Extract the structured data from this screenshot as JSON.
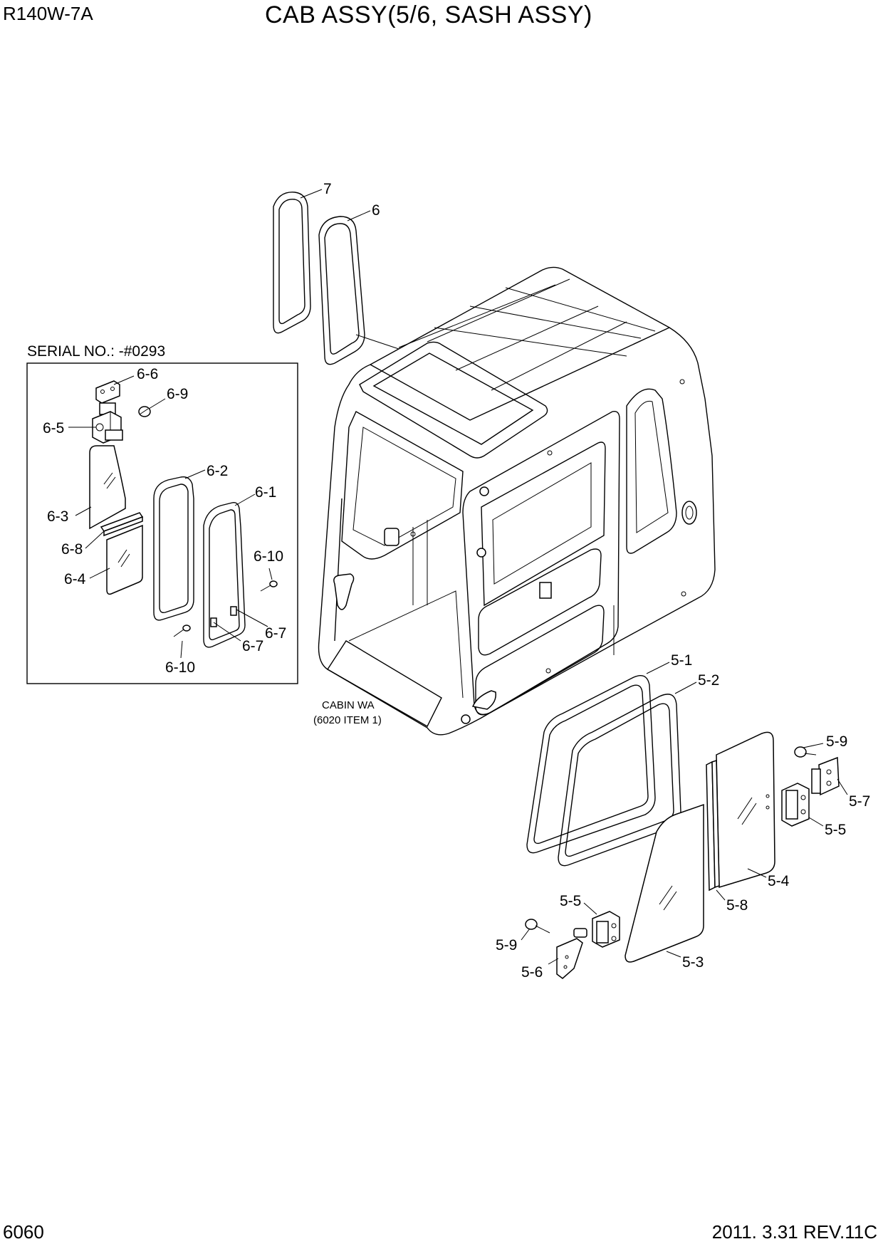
{
  "header": {
    "model": "R140W-7A",
    "title": "CAB ASSY(5/6, SASH ASSY)"
  },
  "footer": {
    "page_number": "6060",
    "revision": "2011. 3.31  REV.11C"
  },
  "inset": {
    "serial_note": "SERIAL NO.: -#0293"
  },
  "cabin_note": {
    "line1": "CABIN WA",
    "line2": "(6020 ITEM 1)"
  },
  "callouts": {
    "c7": "7",
    "c6": "6",
    "c6_6": "6-6",
    "c6_9": "6-9",
    "c6_5": "6-5",
    "c6_2": "6-2",
    "c6_1": "6-1",
    "c6_3": "6-3",
    "c6_8": "6-8",
    "c6_4": "6-4",
    "c6_10a": "6-10",
    "c6_7a": "6-7",
    "c6_7b": "6-7",
    "c6_10b": "6-10",
    "c5_1": "5-1",
    "c5_2": "5-2",
    "c5_9a": "5-9",
    "c5_7": "5-7",
    "c5_5a": "5-5",
    "c5_4": "5-4",
    "c5_8": "5-8",
    "c5_5b": "5-5",
    "c5_9b": "5-9",
    "c5_6": "5-6",
    "c5_3": "5-3"
  }
}
